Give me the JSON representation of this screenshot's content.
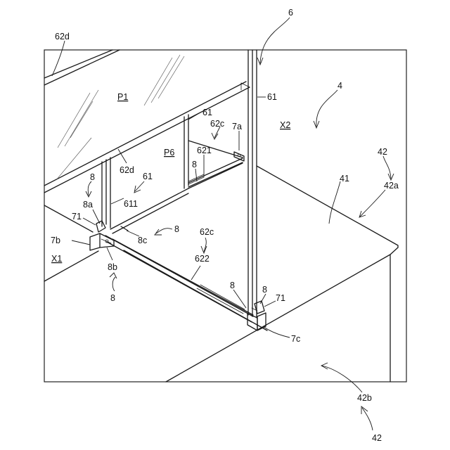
{
  "figure": {
    "labels": {
      "n6": "6",
      "n62d_top": "62d",
      "n4": "4",
      "n61_right": "61",
      "p1": "P1",
      "x2": "X2",
      "n61_mid": "61",
      "n62c_top": "62c",
      "n7a": "7a",
      "p6": "P6",
      "n621": "621",
      "n42_top": "42",
      "n42a": "42a",
      "n8_top": "8",
      "n62d_mid": "62d",
      "n61_low": "61",
      "n41": "41",
      "n8a": "8a",
      "n611": "611",
      "n71_left": "71",
      "n8_midleft": "8",
      "n62c_low": "62c",
      "n7b": "7b",
      "n8c": "8c",
      "x1": "X1",
      "n622": "622",
      "n8b": "8b",
      "n8_bottomleft": "8",
      "n8_low1": "8",
      "n8_low2": "8",
      "n71_right": "71",
      "n7c": "7c",
      "n42b": "42b",
      "n42_bottom": "42"
    }
  }
}
